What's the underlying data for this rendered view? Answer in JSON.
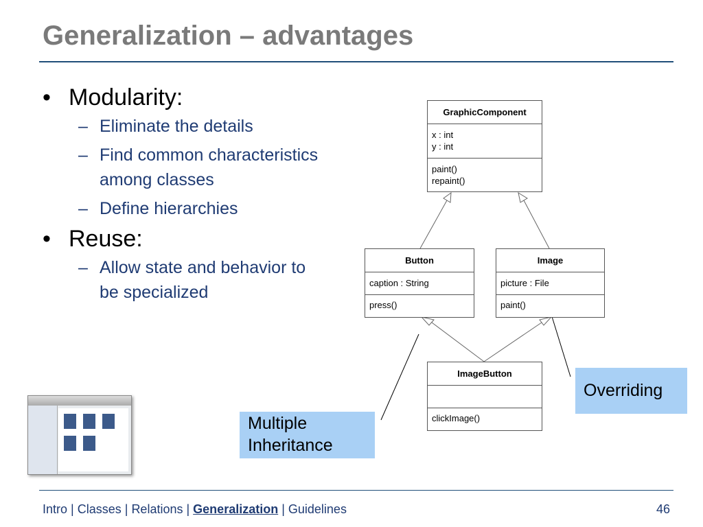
{
  "title": "Generalization – advantages",
  "bullets": [
    {
      "text": "Modularity:",
      "subs": [
        "Eliminate the details",
        "Find common characteristics among classes",
        "Define hierarchies"
      ]
    },
    {
      "text": "Reuse:",
      "subs": [
        "Allow state and behavior to be specialized"
      ]
    }
  ],
  "diagram": {
    "classes": {
      "graphic_component": {
        "name": "GraphicComponent",
        "attributes": [
          "x : int",
          "y : int"
        ],
        "methods": [
          "paint()",
          "repaint()"
        ]
      },
      "button": {
        "name": "Button",
        "attributes": [
          "caption : String"
        ],
        "methods": [
          "press()"
        ]
      },
      "image": {
        "name": "Image",
        "attributes": [
          "picture : File"
        ],
        "methods": [
          "paint()"
        ]
      },
      "image_button": {
        "name": "ImageButton",
        "attributes": [],
        "methods": [
          "clickImage()"
        ]
      }
    },
    "callouts": {
      "overriding": "Overriding",
      "multiple_line1": "Multiple",
      "multiple_line2": "Inheritance"
    }
  },
  "footer": {
    "items": [
      "Intro",
      "Classes",
      "Relations",
      "Generalization",
      "Guidelines"
    ],
    "separator": " | ",
    "active": "Generalization",
    "page_number": "46"
  }
}
